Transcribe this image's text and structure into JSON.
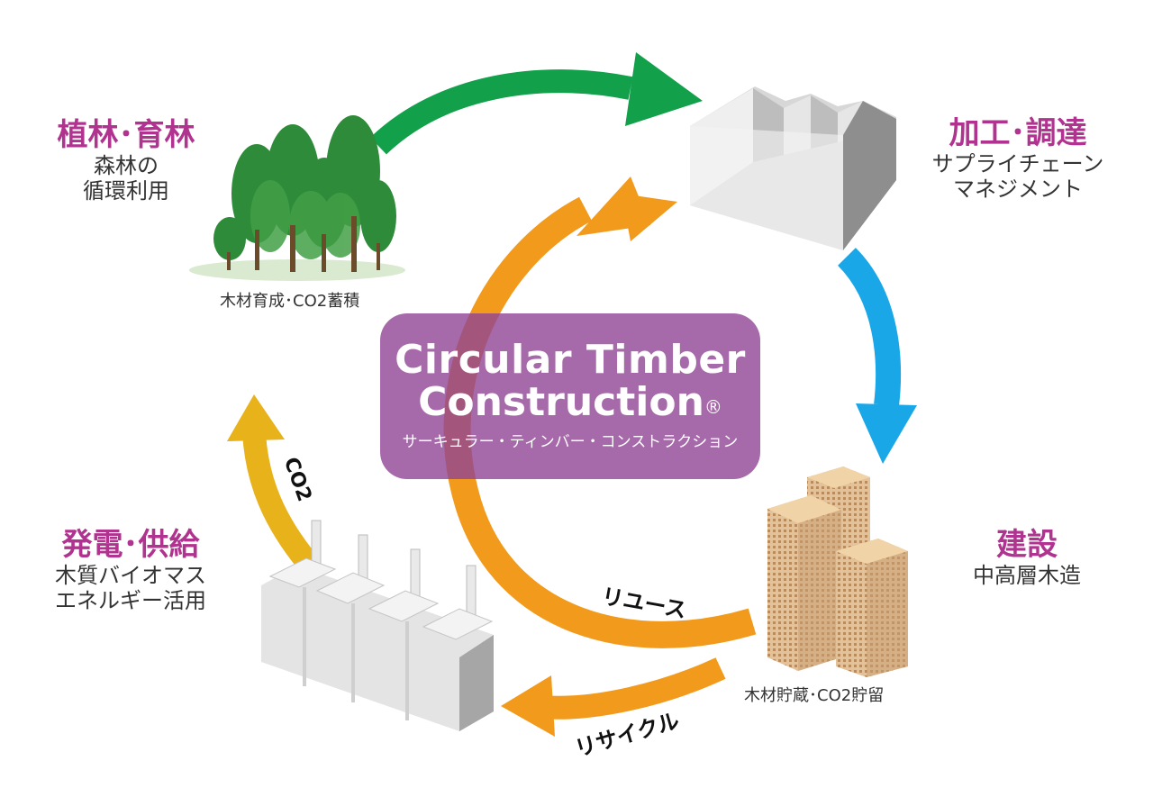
{
  "stages": {
    "forest": {
      "title": "植林･育林",
      "line1": "森林の",
      "line2": "循環利用",
      "caption": "木材育成･CO2蓄積"
    },
    "processing": {
      "title": "加工･調達",
      "line1": "サプライチェーン",
      "line2": "マネジメント"
    },
    "construction": {
      "title": "建設",
      "line1": "中高層木造",
      "caption": "木材貯蔵･CO2貯留"
    },
    "power": {
      "title": "発電･供給",
      "line1": "木質バイオマス",
      "line2": "エネルギー活用"
    }
  },
  "center": {
    "line1": "Circular Timber",
    "line2": "Construction",
    "registered_mark": "®",
    "kana": "サーキュラー・ティンバー・コンストラクション"
  },
  "arrows": {
    "reuse": "リユース",
    "recycle": "リサイクル",
    "co2": "CO2"
  },
  "colors": {
    "title": "#b0348f",
    "green_arrow": "#12a14a",
    "blue_arrow": "#1aa7e8",
    "orange_arrow": "#f29a1c",
    "yellow_arrow": "#e8b21a",
    "center_box": "#904494"
  }
}
